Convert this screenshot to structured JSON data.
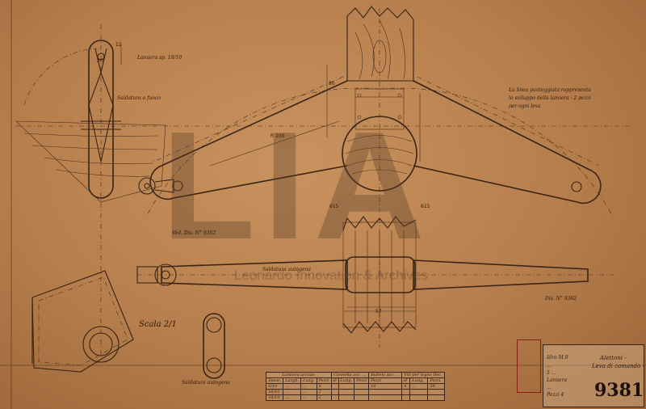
{
  "watermark": {
    "text": "LIA",
    "subtitle": "Leonardo Innovation & Archives"
  },
  "notes": {
    "lamiera": "Lamiera sp. 18/10",
    "saldatura_a_fuoco": "Saldatura a fuoco",
    "linea_punteggiata": "La linea punteggiata rappresenta",
    "sviluppo": "lo sviluppo della lamiera - 2 pezzi",
    "per_ogni_leva": "per ogni leva",
    "ved_dis": "Ved. Dis. N° 9382",
    "saldatura_autogena_1": "Saldatura autogena",
    "saldatura_autogena_2": "Saldatura autogena",
    "dis_ref_2": "Dis. N° 9382",
    "scala": "Scala",
    "scala_val": "2/1"
  },
  "dimensions": {
    "r200": "R 200",
    "d615_left": "615",
    "d615_right": "615",
    "d57": "57",
    "d80": "80",
    "d20": "20",
    "d12": "12"
  },
  "bom": {
    "headers": [
      "Lamiera acciaio",
      "Cannella acc. ...",
      "Bulloni acc. ...",
      "Viti per legno Dec."
    ],
    "subheaders": [
      "Spess.",
      "Largh.",
      "Lung.",
      "Pezzi",
      "Ø",
      "Lung.",
      "Pezzi",
      "Pezzi",
      "Ø",
      "Lung.",
      "Pezzi"
    ],
    "rows": [
      [
        "8/10",
        "...",
        "...",
        "8",
        "",
        "",
        "",
        "16",
        "4",
        "...",
        "56"
      ],
      [
        "16/10",
        "...",
        "...",
        "2",
        "",
        "",
        "",
        "",
        "",
        "",
        ""
      ],
      [
        "10/10",
        "...",
        "...",
        "2",
        "",
        "",
        "",
        "",
        "",
        "",
        ""
      ]
    ]
  },
  "title_block": {
    "idro": "Idro M.9",
    "rows": [
      "...",
      "5 ...",
      "Lamiera",
      "...",
      "Pezzi 4"
    ],
    "name1": "Alettoni -",
    "name2": "Leva di comando -",
    "drawing_number": "9381"
  }
}
